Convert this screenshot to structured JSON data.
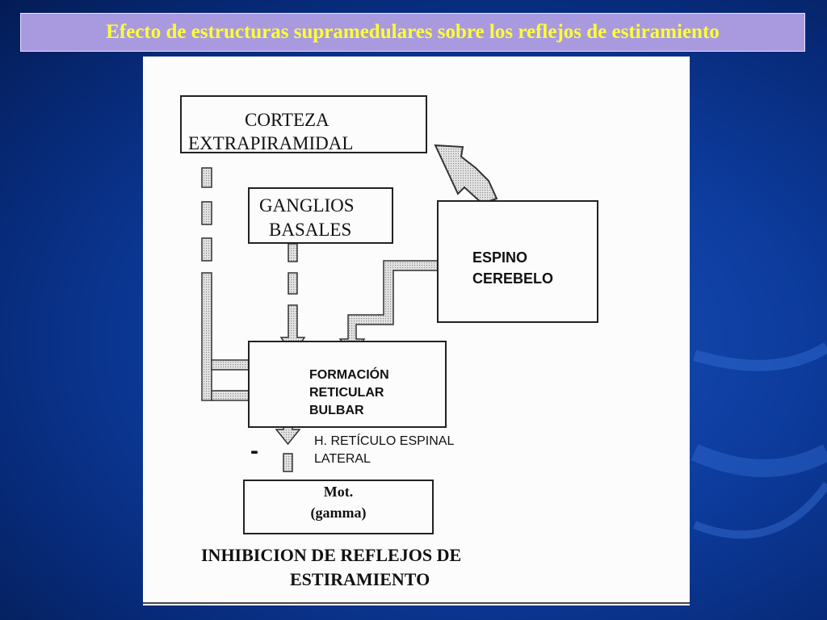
{
  "slide": {
    "title": "Efecto de estructuras supramedulares sobre los reflejos de estiramiento"
  },
  "diagram": {
    "corteza": {
      "line1": "CORTEZA",
      "line2": "EXTRAPIRAMIDAL"
    },
    "ganglios": {
      "line1": "GANGLIOS",
      "line2": "BASALES"
    },
    "espino": {
      "line1": "ESPINO",
      "line2": "CEREBELO"
    },
    "formacion": {
      "line1": "FORMACIÓN",
      "line2": "RETICULAR",
      "line3": "BULBAR"
    },
    "haz": {
      "line1": "H. RETÍCULO ESPINAL",
      "line2": "LATERAL"
    },
    "minus_sign": "-",
    "mot": {
      "line1": "Mot.",
      "line2": "(gamma)"
    },
    "caption": {
      "line1": "INHIBICION DE REFLEJOS  DE",
      "line2": "ESTIRAMIENTO"
    }
  },
  "colors": {
    "background": "#0c3b9c",
    "title_bg": "#a99ae0",
    "title_text": "#ffff33"
  }
}
